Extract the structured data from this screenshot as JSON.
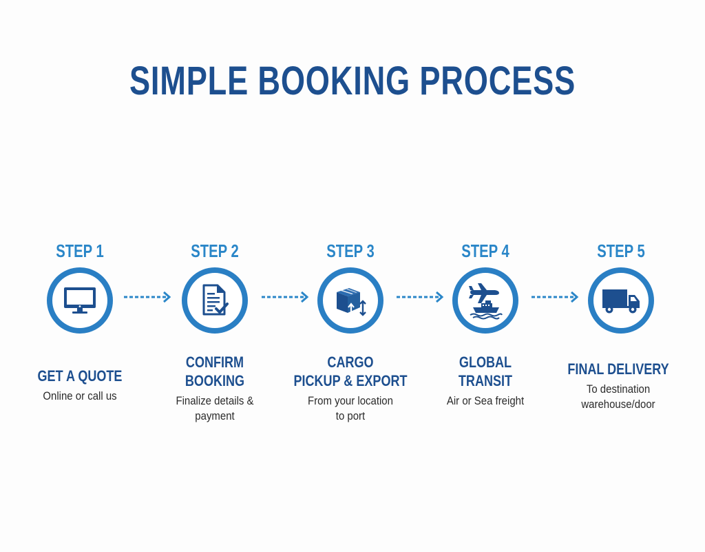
{
  "header": {
    "title": "SIMPLE BOOKING PROCESS"
  },
  "colors": {
    "title": "#1d4f8f",
    "step_label": "#2a86c8",
    "ring": "#2a7fc4",
    "icon": "#1d4f8f",
    "arrow": "#2a86c8",
    "body_text": "#2b2b2b",
    "background": "#fdfdfd"
  },
  "steps": [
    {
      "label": "STEP 1",
      "icon": "desktop-monitor-icon",
      "title_lines": [
        "GET A QUOTE"
      ],
      "desc_lines": [
        "Online or call us"
      ]
    },
    {
      "label": "STEP 2",
      "icon": "document-checkmark-icon",
      "title_lines": [
        "CONFIRM",
        "BOOKING"
      ],
      "desc_lines": [
        "Finalize details &",
        "payment"
      ]
    },
    {
      "label": "STEP 3",
      "icon": "cargo-box-arrows-icon",
      "title_lines": [
        "CARGO",
        "PICKUP & EXPORT"
      ],
      "desc_lines": [
        "From your location",
        "to port"
      ]
    },
    {
      "label": "STEP 4",
      "icon": "airplane-ship-icon",
      "title_lines": [
        "GLOBAL",
        "TRANSIT"
      ],
      "desc_lines": [
        "Air or Sea freight"
      ]
    },
    {
      "label": "STEP 5",
      "icon": "delivery-truck-icon",
      "title_lines": [
        "FINAL DELIVERY"
      ],
      "desc_lines": [
        "To destination",
        "warehouse/door"
      ]
    }
  ],
  "connectors": [
    {
      "from": "STEP 1",
      "to": "STEP 2",
      "icon": "dotted-arrow-right-icon"
    },
    {
      "from": "STEP 2",
      "to": "STEP 3",
      "icon": "dotted-arrow-right-icon"
    },
    {
      "from": "STEP 3",
      "to": "STEP 4",
      "icon": "dotted-arrow-right-icon"
    },
    {
      "from": "STEP 4",
      "to": "STEP 5",
      "icon": "dotted-arrow-right-icon"
    }
  ]
}
